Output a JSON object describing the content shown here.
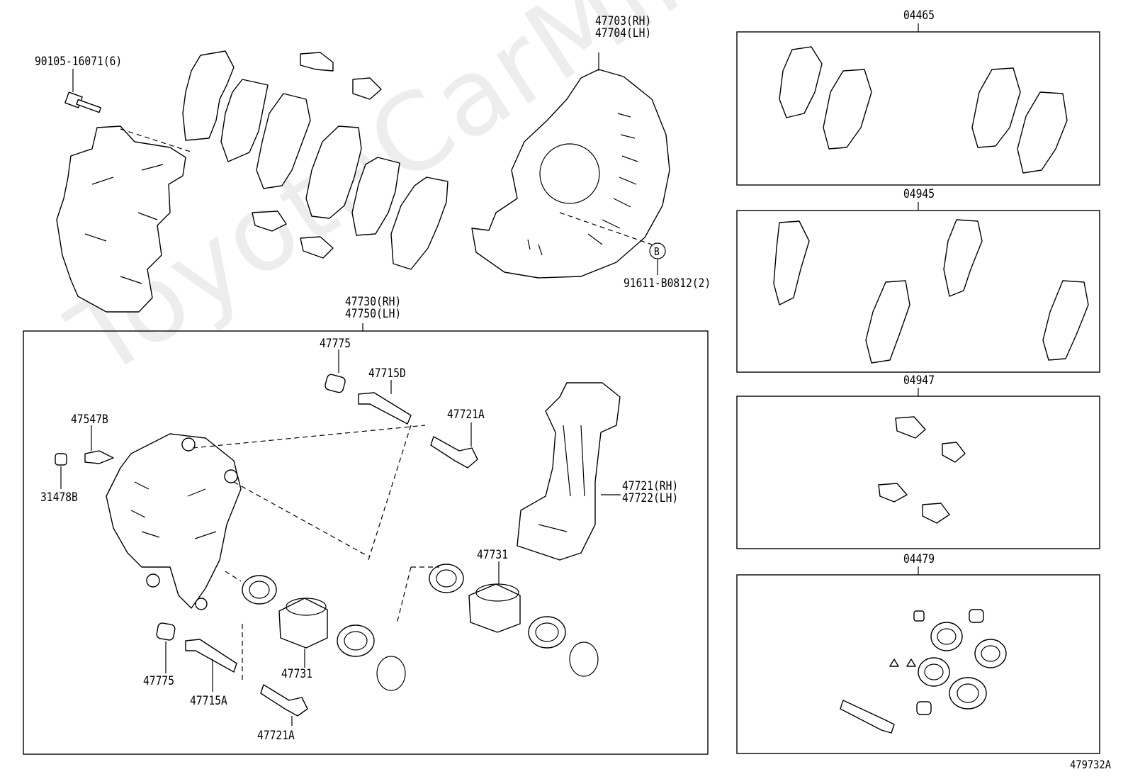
{
  "watermark": "ToyotaCarMine.ru",
  "diagram_id": "479732A",
  "main_assembly": {
    "rh": "47730(RH)",
    "lh": "47750(LH)"
  },
  "parts": {
    "bolt_90105": "90105-16071(6)",
    "shield_rh": "47703(RH)",
    "shield_lh": "47704(LH)",
    "callout_b": "B",
    "screw_91611": "91611-B0812(2)",
    "bushing_top": "47775",
    "pin_d": "47715D",
    "bolt_a_top": "47721A",
    "bleeder": "47547B",
    "cap": "31478B",
    "mounting_rh": "47721(RH)",
    "mounting_lh": "47722(LH)",
    "piston_right": "47731",
    "piston_left": "47731",
    "bushing_bottom": "47775",
    "pin_a": "47715A",
    "bolt_a_bottom": "47721A"
  },
  "kits": {
    "pad_kit": "04465",
    "shim_kit": "04945",
    "fitting_kit": "04947",
    "cylinder_kit": "04479"
  }
}
